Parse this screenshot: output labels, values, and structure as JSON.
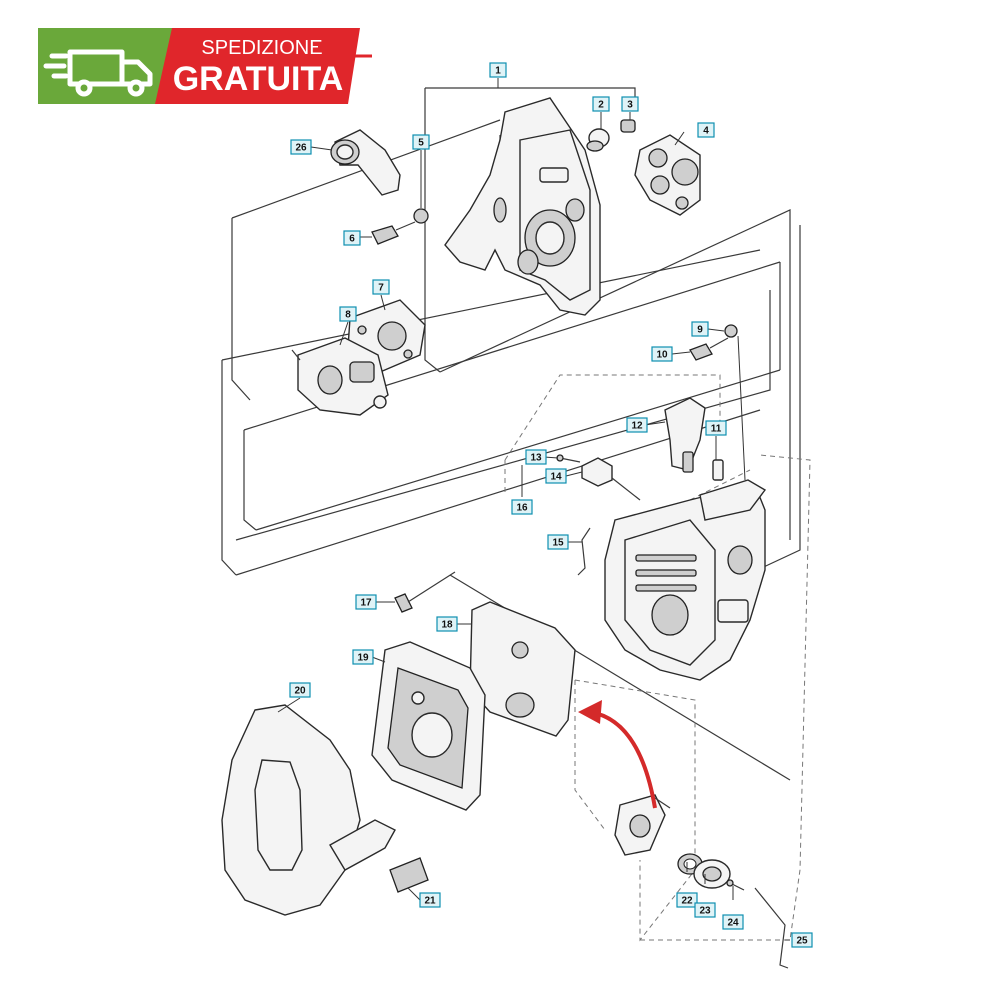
{
  "banner": {
    "line1": "SPEDIZIONE",
    "line2": "GRATUITA",
    "icon": "delivery-truck-icon",
    "colors": {
      "green": "#6aa83a",
      "red": "#e0262b",
      "white": "#ffffff"
    }
  },
  "callouts": [
    {
      "id": "1",
      "label": "1"
    },
    {
      "id": "2",
      "label": "2"
    },
    {
      "id": "3",
      "label": "3"
    },
    {
      "id": "4",
      "label": "4"
    },
    {
      "id": "5",
      "label": "5"
    },
    {
      "id": "6",
      "label": "6"
    },
    {
      "id": "7",
      "label": "7"
    },
    {
      "id": "8",
      "label": "8"
    },
    {
      "id": "9",
      "label": "9"
    },
    {
      "id": "10",
      "label": "10"
    },
    {
      "id": "11",
      "label": "11"
    },
    {
      "id": "12",
      "label": "12"
    },
    {
      "id": "13",
      "label": "13"
    },
    {
      "id": "14",
      "label": "14"
    },
    {
      "id": "15",
      "label": "15"
    },
    {
      "id": "16",
      "label": "16"
    },
    {
      "id": "17",
      "label": "17"
    },
    {
      "id": "18",
      "label": "18"
    },
    {
      "id": "19",
      "label": "19"
    },
    {
      "id": "20",
      "label": "20"
    },
    {
      "id": "21",
      "label": "21"
    },
    {
      "id": "22",
      "label": "22"
    },
    {
      "id": "23",
      "label": "23"
    },
    {
      "id": "24",
      "label": "24"
    },
    {
      "id": "25",
      "label": "25"
    },
    {
      "id": "26",
      "label": "26"
    }
  ],
  "colors": {
    "callout_fill": "#dff3f7",
    "callout_stroke": "#0e8fb0",
    "arrow": "#d42a2a"
  }
}
